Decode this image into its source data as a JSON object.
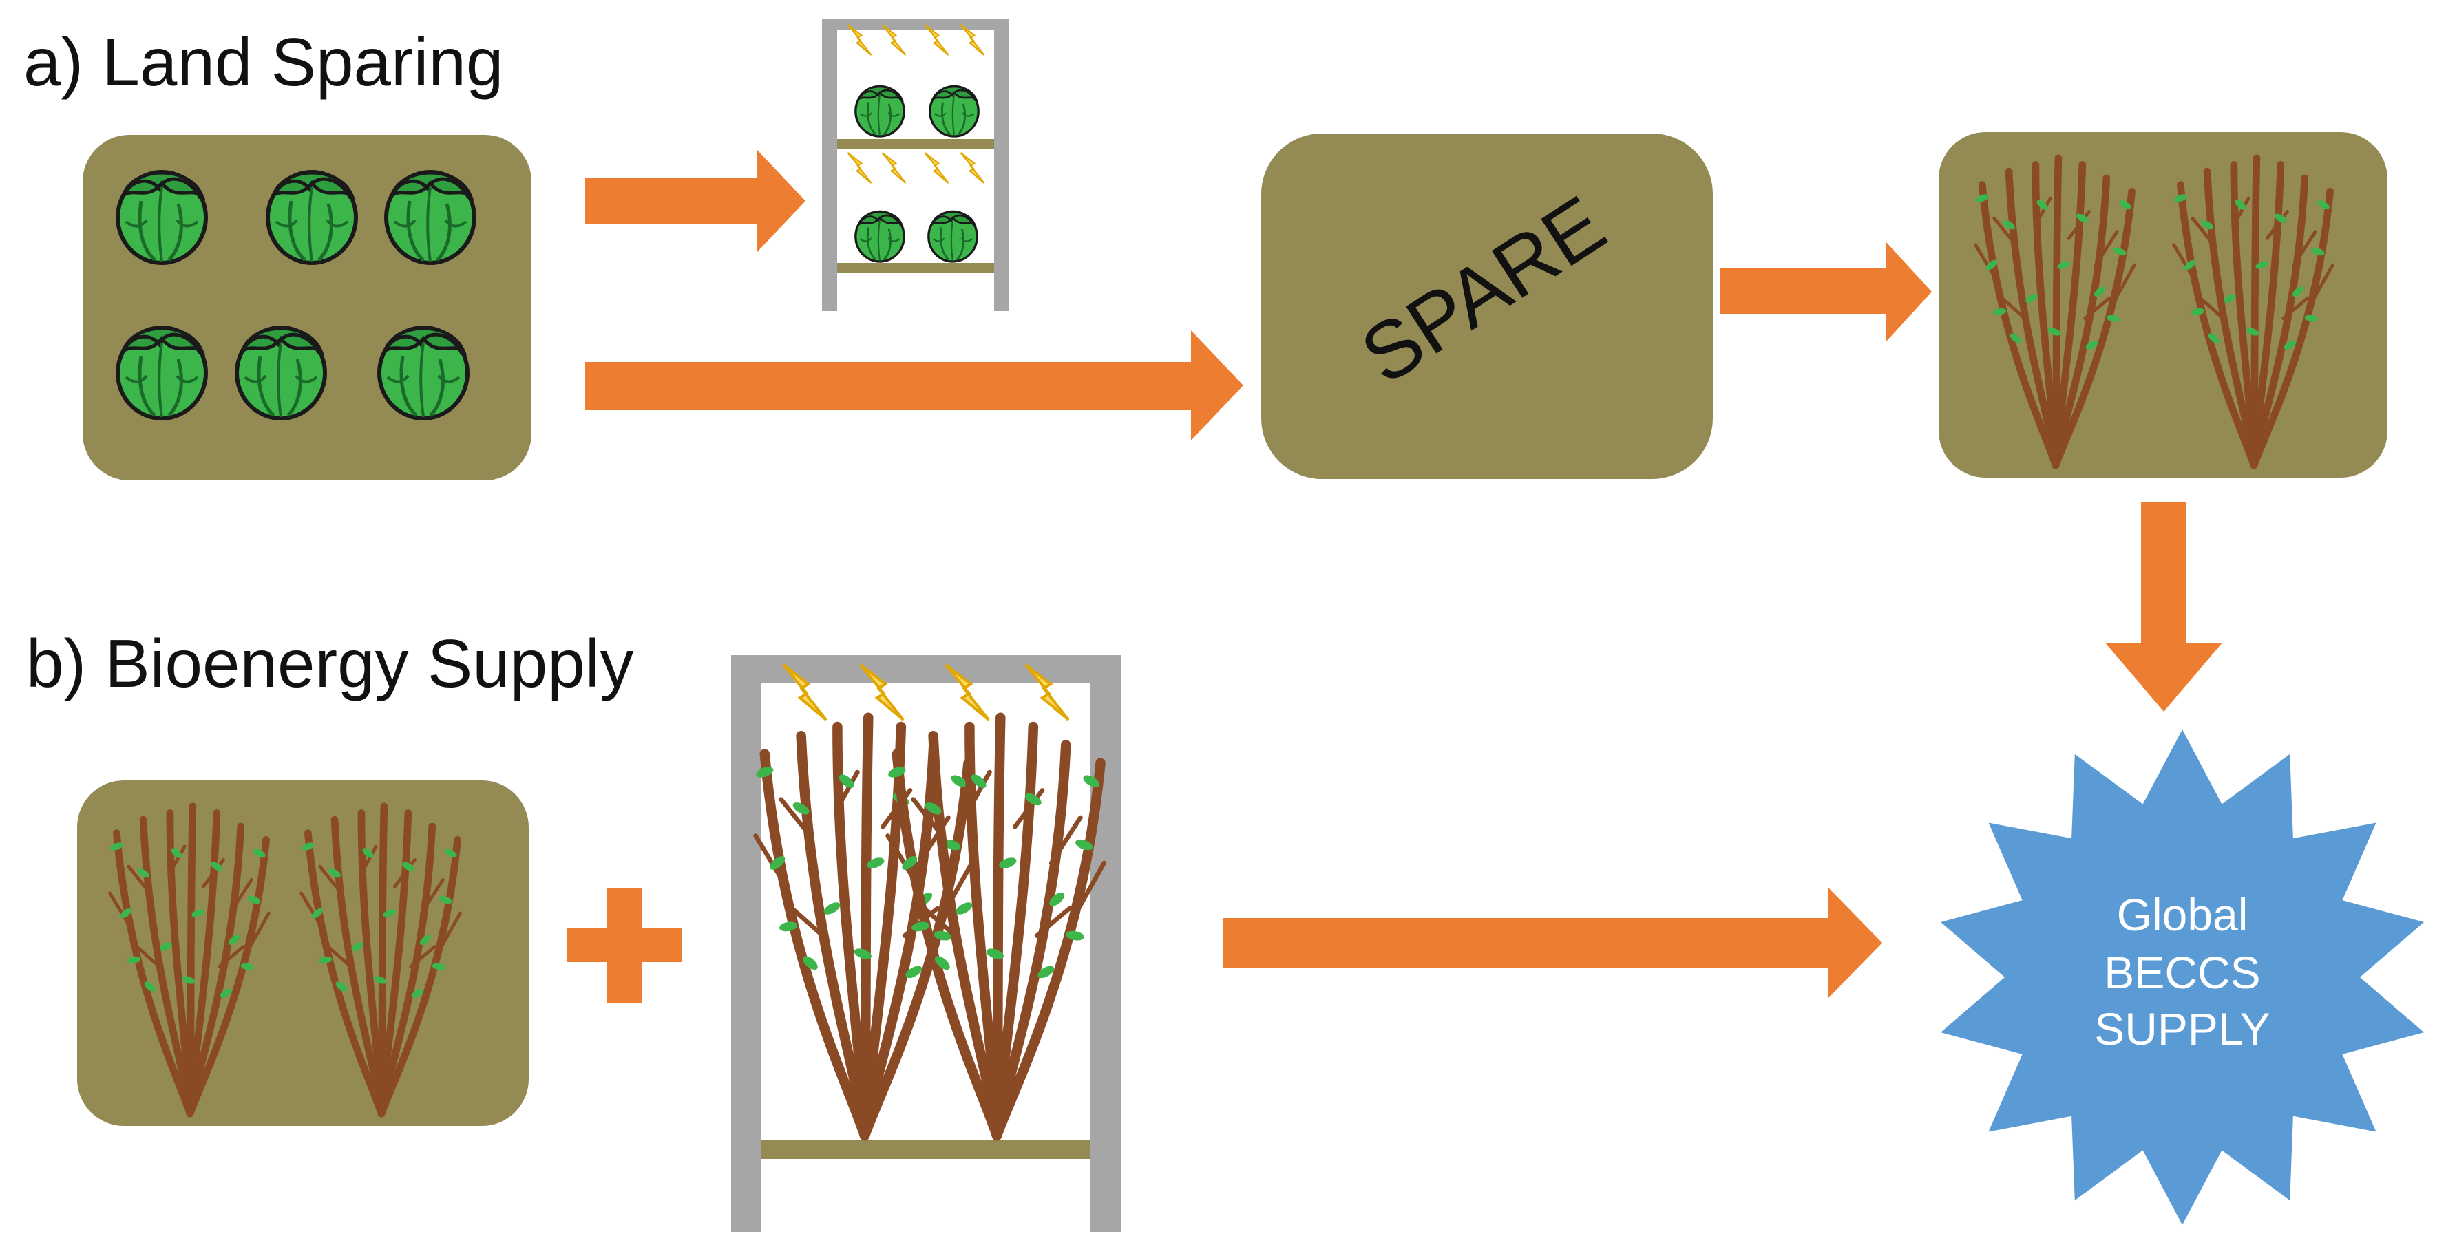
{
  "headings": {
    "land_sparing": "a) Land Sparing",
    "bioenergy_supply": "b) Bioenergy Supply"
  },
  "spare_box": {
    "label": "SPARE"
  },
  "beccs_star": {
    "line1": "Global",
    "line2": "BECCS",
    "line3": "SUPPLY"
  },
  "colors": {
    "field": "#948a54",
    "arrow": "#ed7d31",
    "rack": "#a6a6a6",
    "shelf": "#948a54",
    "star": "#5b9bd5",
    "lightning": "#ffd966",
    "lettuce": "#3cb54a",
    "stem": "#8b4a26",
    "leaf": "#3cb54a"
  },
  "icons": {
    "lettuce": "lettuce-icon",
    "lightning": "lightning-icon",
    "shrub": "shrub-icon"
  }
}
